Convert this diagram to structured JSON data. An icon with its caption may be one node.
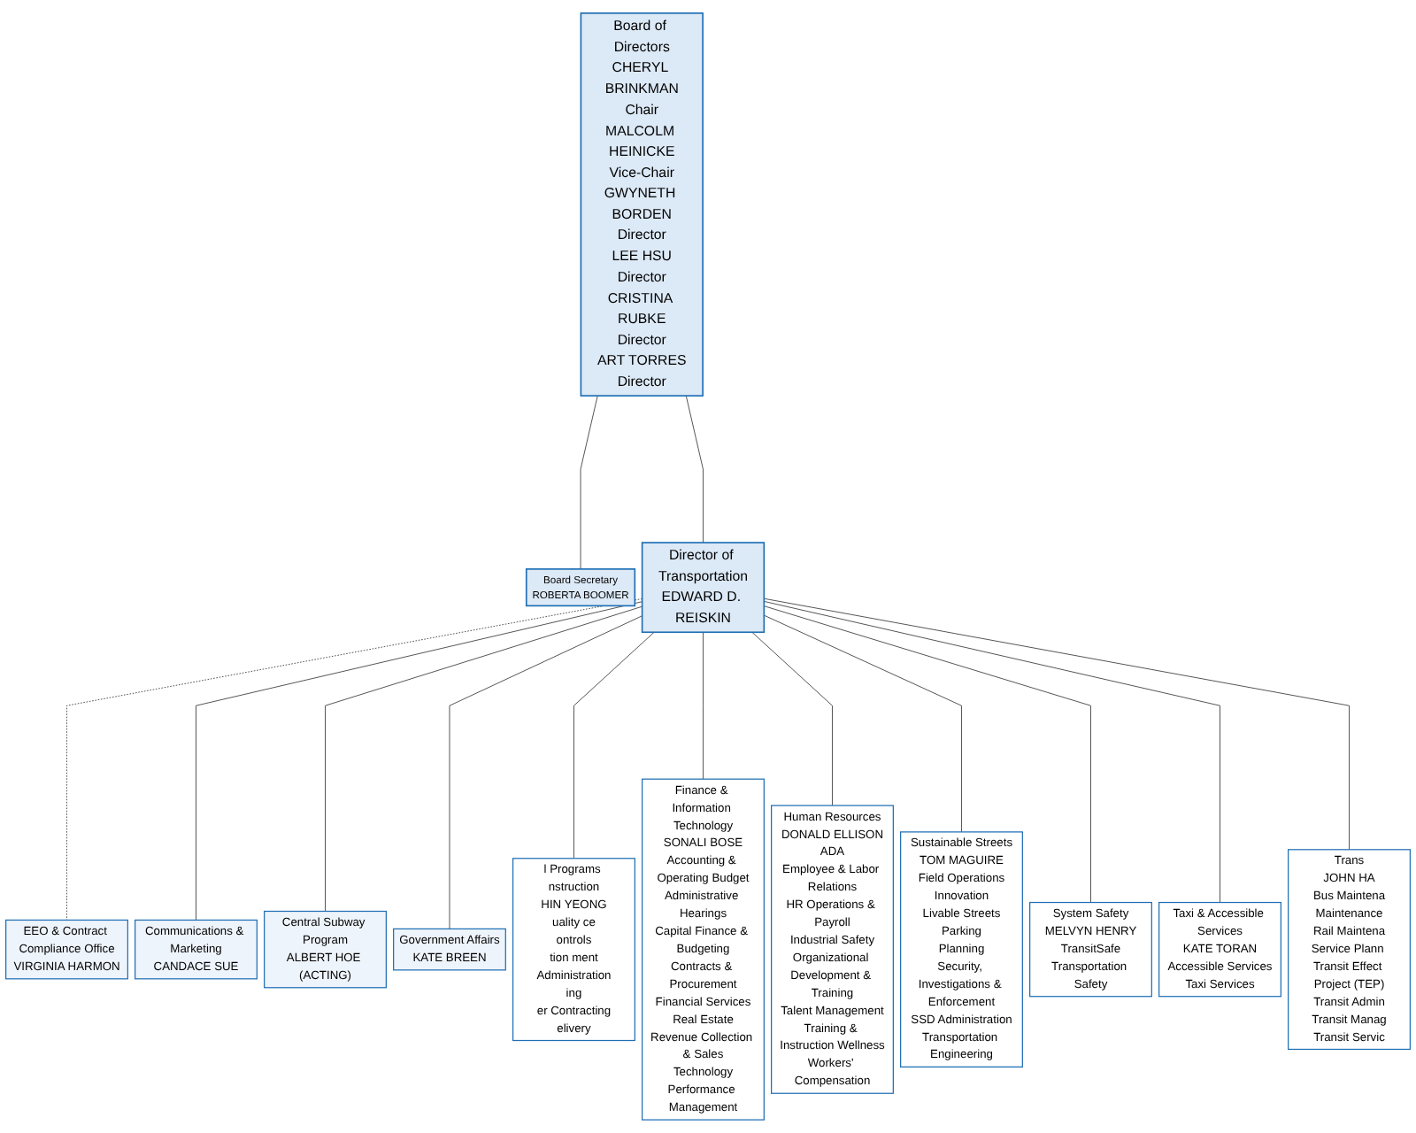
{
  "diagram": {
    "nodes": [
      {
        "text": [
          "Board of Directors",
          "CHERYL BRINKMAN",
          "Chair",
          "MALCOLM HEINICKE",
          "Vice-Chair",
          "GWYNETH BORDEN",
          "Director",
          "LEE HSU",
          "Director",
          "CRISTINA RUBKE",
          "Director",
          "ART TORRES",
          "Director"
        ]
      },
      {
        "text": [
          "Board Secretary",
          "ROBERTA BOOMER"
        ]
      },
      {
        "text": [
          "Director of Transportation",
          "EDWARD D. REISKIN"
        ]
      },
      {
        "text": [
          "Communications & Marketing",
          "CANDACE SUE"
        ]
      },
      {
        "text": [
          "EEO & Contract Compliance Office",
          "VIRGINIA HARMON"
        ]
      },
      {
        "text": [
          "Central Subway Program",
          "ALBERT HOE (ACTING)"
        ]
      },
      {
        "text": [
          "Government Affairs",
          "KATE BREEN"
        ]
      },
      {
        "text": [
          "l Programs nstruction",
          "HIN YEONG",
          "uality ce",
          "ontrols",
          "tion ment",
          "Administration",
          "ing",
          "er Contracting",
          "elivery"
        ]
      },
      {
        "text": [
          "Finance & Information Technology",
          "SONALI BOSE",
          "Accounting & Operating Budget",
          "Administrative Hearings",
          "Capital Finance & Budgeting",
          "Contracts & Procurement",
          "Financial Services",
          "Real Estate",
          "Revenue Collection & Sales",
          "Technology",
          "Performance Management"
        ]
      },
      {
        "text": [
          "Human Resources",
          "DONALD ELLISON",
          "ADA",
          "Employee & Labor Relations",
          "HR Operations & Payroll",
          "Industrial Safety",
          "Organizational Development & Training",
          "Talent Management",
          "Training & Instruction Wellness",
          "Workers' Compensation"
        ]
      },
      {
        "text": [
          "Sustainable Streets",
          "TOM MAGUIRE",
          "Field Operations",
          "Innovation",
          "Livable Streets",
          "Parking",
          "Planning",
          "Security, Investigations & Enforcement",
          "SSD Administration",
          "Transportation Engineering"
        ]
      },
      {
        "text": [
          "System Safety",
          "MELVYN HENRY",
          "TransitSafe",
          "Transportation Safety"
        ]
      },
      {
        "text": [
          "Taxi & Accessible Services",
          "KATE TORAN",
          "Accessible Services",
          "Taxi Services"
        ]
      },
      {
        "text": [
          "Trans",
          "JOHN HA",
          "Bus Maintena",
          "Maintenance",
          "Rail Maintena",
          "Service Plann Transit Effect Project (TEP)",
          "Transit Admin",
          "Transit Manag",
          "Transit Servic"
        ]
      }
    ],
    "edges": [
      {
        "from": 0,
        "to": 2,
        "arrow": "none"
      },
      {
        "from": 0,
        "to": 1,
        "arrow": "none"
      },
      {
        "from": 2,
        "to": 4,
        "arrow": "none",
        "style": "dashed"
      },
      {
        "from": 2,
        "to": 3,
        "arrow": "none"
      },
      {
        "from": 2,
        "to": 5,
        "arrow": "none"
      },
      {
        "from": 2,
        "to": 6,
        "arrow": "none"
      },
      {
        "from": 2,
        "to": 7,
        "arrow": "none"
      },
      {
        "from": 2,
        "to": 8,
        "arrow": "none"
      },
      {
        "from": 2,
        "to": 9,
        "arrow": "none"
      },
      {
        "from": 2,
        "to": 10,
        "arrow": "none"
      },
      {
        "from": 2,
        "to": 11,
        "arrow": "none"
      },
      {
        "from": 2,
        "to": 12,
        "arrow": "none"
      },
      {
        "from": 2,
        "to": 13,
        "arrow": "none"
      }
    ]
  }
}
